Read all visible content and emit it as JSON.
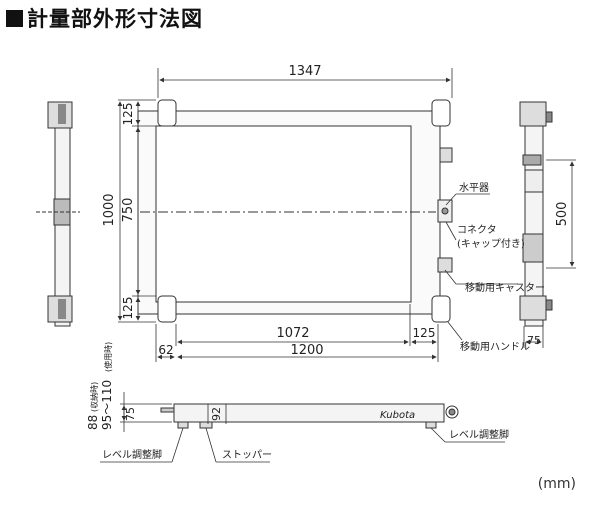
{
  "page": {
    "title": "計量部外形寸法図",
    "unit": "(mm)"
  },
  "dimensions": {
    "overall_width": "1347",
    "overall_depth": "1000",
    "frame_depth": "750",
    "end_top": "125",
    "end_bottom": "125",
    "inner_width": "1072",
    "right_offset": "125",
    "left_offset": "62",
    "base_width": "1200",
    "side_depth": "500",
    "side_small": "75",
    "height_storage": "88",
    "height_storage_note": "(収納時)",
    "height_use": "95～110",
    "height_use_note": "(使用時)",
    "front_height": "75",
    "front_offset": "92"
  },
  "labels": {
    "level": "水平器",
    "connector": "コネクタ",
    "connector_cap": "(キャップ付き)",
    "caster": "移動用キャスター",
    "handle": "移動用ハンドル",
    "level_foot_left": "レベル調整脚",
    "stopper": "ストッパー",
    "level_foot_right": "レベル調整脚",
    "brand": "Kubota"
  },
  "colors": {
    "line": "#333333",
    "frame_fill": "#f4f4f4",
    "label_box": "#ffffff"
  }
}
